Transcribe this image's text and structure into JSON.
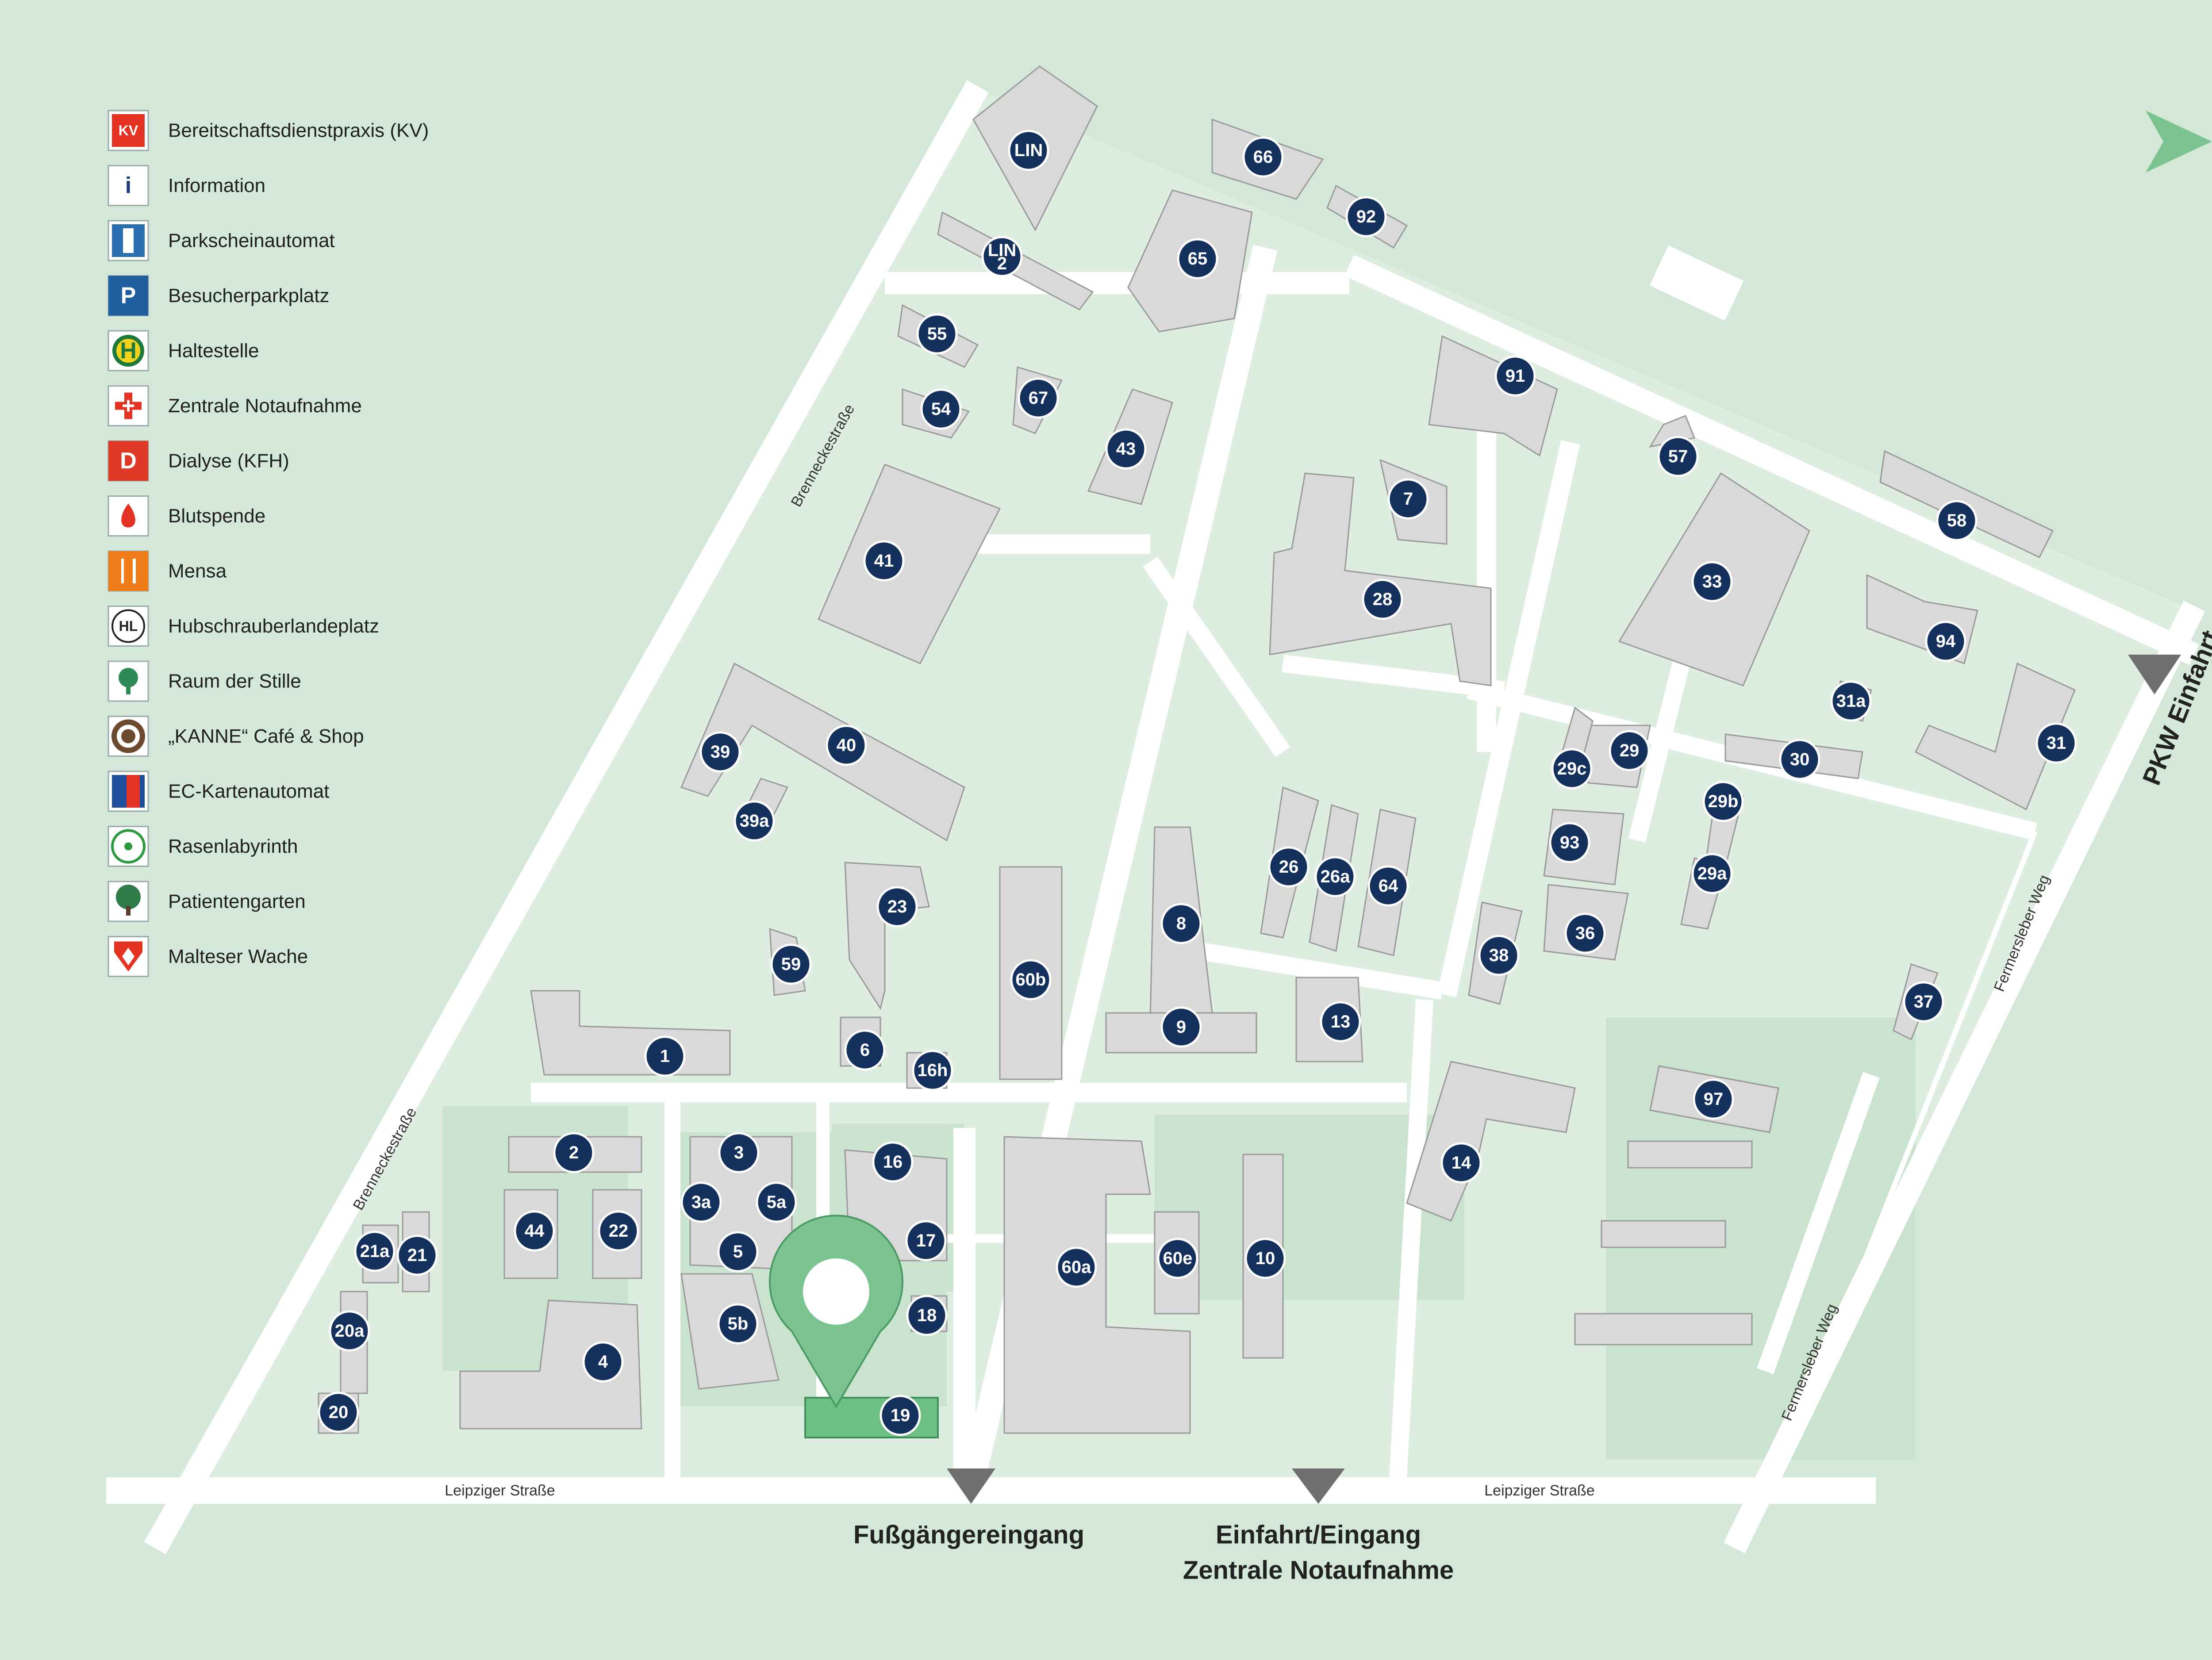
{
  "legend": [
    {
      "label": "Bereitschaftsdienstpraxis (KV)",
      "icon": "kv-icon",
      "color": "#e53323",
      "glyph": "KV"
    },
    {
      "label": "Information",
      "icon": "information-icon",
      "color": "#1a3a7a",
      "glyph": "i"
    },
    {
      "label": "Parkscheinautomat",
      "icon": "parking-meter-icon",
      "color": "#2a6fb0",
      "glyph": ""
    },
    {
      "label": "Besucherparkplatz",
      "icon": "visitor-parking-icon",
      "color": "#1f5fa0",
      "glyph": "P"
    },
    {
      "label": "Haltestelle",
      "icon": "bus-stop-icon",
      "color": "#1d7a3a",
      "glyph": "H"
    },
    {
      "label": "Zentrale Notaufnahme",
      "icon": "emergency-icon",
      "color": "#e53323",
      "glyph": "+"
    },
    {
      "label": "Dialyse (KFH)",
      "icon": "dialysis-icon",
      "color": "#e03a26",
      "glyph": "D"
    },
    {
      "label": "Blutspende",
      "icon": "blood-donation-icon",
      "color": "#e53323",
      "glyph": ""
    },
    {
      "label": "Mensa",
      "icon": "cafeteria-icon",
      "color": "#f07d1a",
      "glyph": ""
    },
    {
      "label": "Hubschrauberlandeplatz",
      "icon": "helipad-icon",
      "color": "#222222",
      "glyph": "HL"
    },
    {
      "label": "Raum der Stille",
      "icon": "quiet-room-icon",
      "color": "#2e8b57",
      "glyph": ""
    },
    {
      "label": "„KANNE“ Café & Shop",
      "icon": "cafe-shop-icon",
      "color": "#6b4a2e",
      "glyph": ""
    },
    {
      "label": "EC-Kartenautomat",
      "icon": "atm-icon",
      "color": "#1f4f9a",
      "glyph": ""
    },
    {
      "label": "Rasenlabyrinth",
      "icon": "lawn-labyrinth-icon",
      "color": "#2e9a3e",
      "glyph": ""
    },
    {
      "label": "Patientengarten",
      "icon": "patient-garden-icon",
      "color": "#2e7d4a",
      "glyph": ""
    },
    {
      "label": "Malteser Wache",
      "icon": "malteser-icon",
      "color": "#e53323",
      "glyph": ""
    }
  ],
  "buildings": [
    "LIN",
    "66",
    "LIN 2",
    "92",
    "65",
    "55",
    "67",
    "91",
    "54",
    "43",
    "57",
    "7",
    "58",
    "41",
    "28",
    "33",
    "94",
    "31a",
    "39",
    "40",
    "29c",
    "29",
    "30",
    "31",
    "39a",
    "29b",
    "93",
    "26",
    "26a",
    "64",
    "29a",
    "23",
    "8",
    "36",
    "38",
    "59",
    "60b",
    "37",
    "13",
    "9",
    "1",
    "6",
    "16h",
    "97",
    "2",
    "3",
    "14",
    "16",
    "3a",
    "5a",
    "44",
    "22",
    "17",
    "21a",
    "21",
    "5",
    "60a",
    "60e",
    "10",
    "20a",
    "5b",
    "18",
    "4",
    "19",
    "20"
  ],
  "streets": {
    "brennecke_top": "Brenneckestraße",
    "brennecke_bottom": "Brenneckestraße",
    "leipziger_left": "Leipziger Straße",
    "leipziger_right": "Leipziger Straße",
    "fermersleber_top": "Fermersleber Weg",
    "fermersleber_bottom": "Fermersleber Weg"
  },
  "entrances": {
    "pedestrian": "Fußgängereingang",
    "emergency_line1": "Einfahrt/Eingang",
    "emergency_line2": "Zentrale Notaufnahme",
    "car": "PKW Einfahrt"
  },
  "colors": {
    "background": "#d3e8d8",
    "building": "#d9d9d9",
    "badge": "#14305c",
    "highlight_building": "#6dbf84",
    "marker": "#7cc48f",
    "entry_triangle": "#6f6f6f"
  },
  "north_arrow_icon": "north-arrow-icon",
  "location_marker_icon": "location-marker-icon",
  "highlighted_building": "19"
}
